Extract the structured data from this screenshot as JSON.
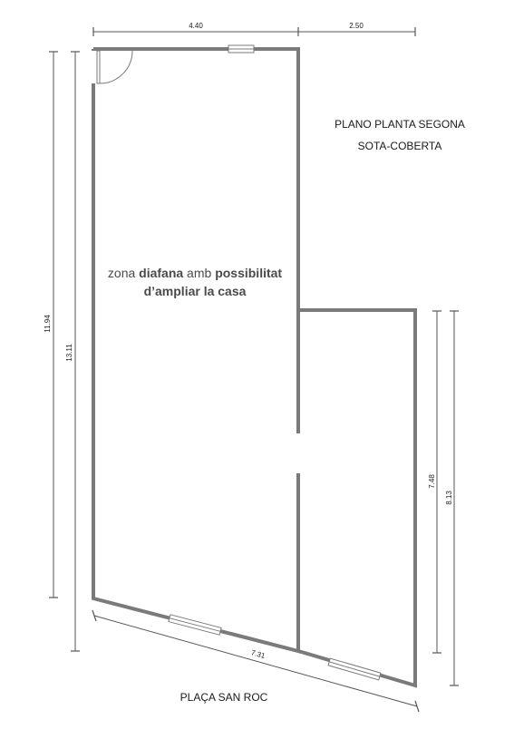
{
  "plan": {
    "title_line1": "PLANO PLANTA SEGONA",
    "title_line2": "SOTA-COBERTA",
    "zone_label": {
      "line1": [
        {
          "text": "zona ",
          "bold": false
        },
        {
          "text": "diafana",
          "bold": true
        },
        {
          "text": " amb ",
          "bold": false
        },
        {
          "text": "possibilitat",
          "bold": true
        }
      ],
      "line2": "d’ampliar la casa"
    },
    "street_label": "PLAÇA SAN ROC",
    "dimensions": {
      "top_left_width": "4.40",
      "top_right_width": "2.50",
      "left_outer_height": "11.94",
      "left_inner_height": "13.11",
      "right_inner_height": "7.48",
      "right_outer_height": "8.13",
      "bottom_diagonal": "7.31"
    }
  },
  "colors": {
    "wall": "#7a7a7a",
    "dimension_line": "#555555",
    "text": "#1a1a1a",
    "zone_text": "#4a4a4a"
  }
}
